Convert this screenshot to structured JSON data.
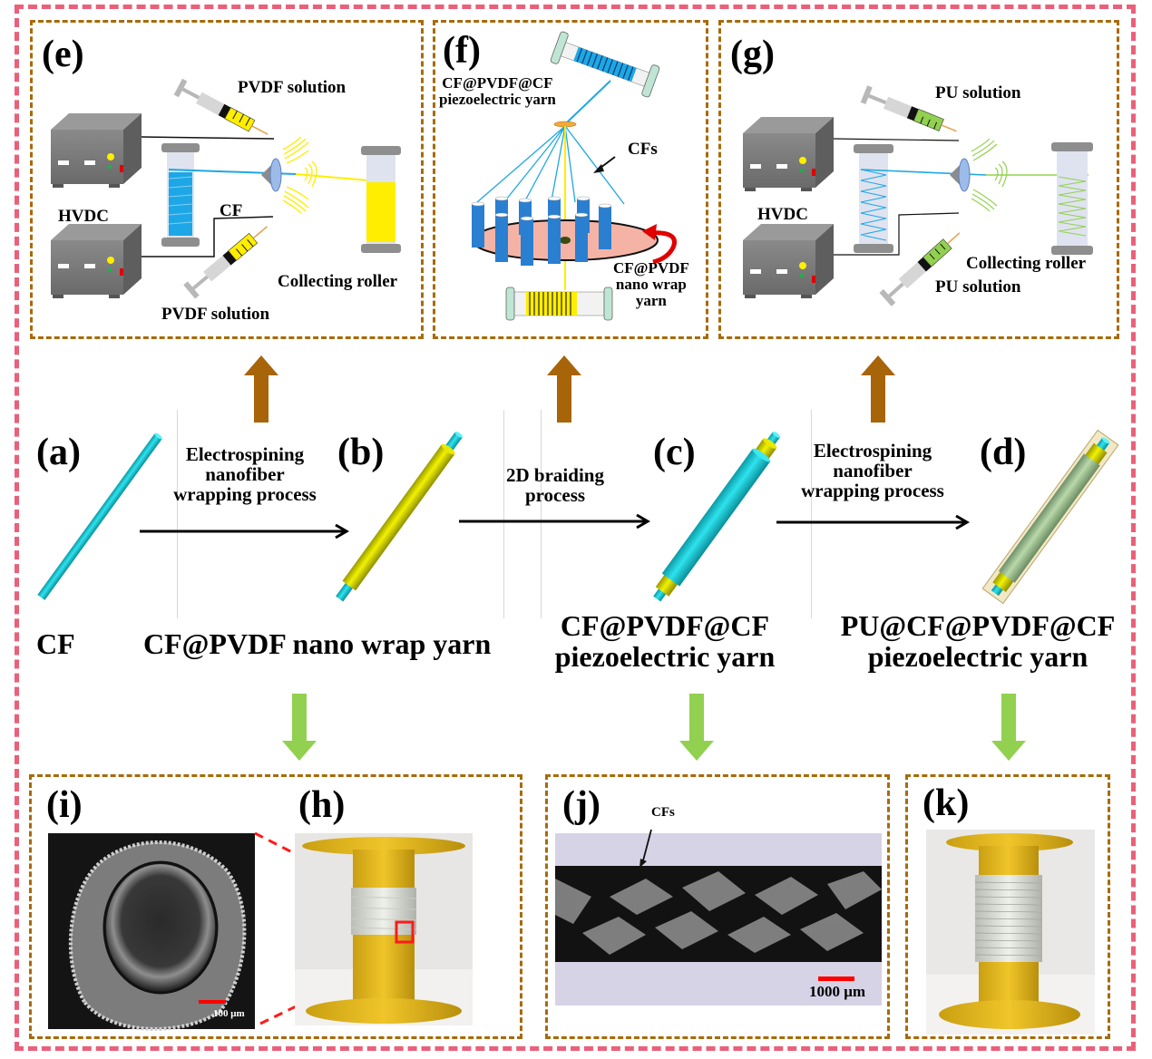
{
  "colors": {
    "outer_border": "#ea6079",
    "panel_border": "#a86a08",
    "up_arrow": "#a86408",
    "down_arrow": "#92d050",
    "cf_cyan": "#19c3cf",
    "pvdf_yellow": "#ffff00",
    "pu_green": "#92d050",
    "scale_bar": "#ff0000"
  },
  "panels": {
    "e": {
      "label": "(e)",
      "syringe_top": "PVDF solution",
      "syringe_bottom": "PVDF solution",
      "power_supply": "HVDC",
      "fiber": "CF",
      "roller": "Collecting roller"
    },
    "f": {
      "label": "(f)",
      "output_yarn_line1": "CF@PVDF@CF",
      "output_yarn_line2": "piezoelectric yarn",
      "fibers": "CFs",
      "input_yarn_line1": "CF@PVDF",
      "input_yarn_line2": "nano wrap",
      "input_yarn_line3": "yarn"
    },
    "g": {
      "label": "(g)",
      "syringe_top": "PU solution",
      "syringe_bottom": "PU solution",
      "power_supply": "HVDC",
      "roller": "Collecting roller"
    },
    "h": {
      "label": "(h)"
    },
    "i": {
      "label": "(i)",
      "scale": "100 μm"
    },
    "j": {
      "label": "(j)",
      "annotation": "CFs",
      "scale": "1000 μm"
    },
    "k": {
      "label": "(k)"
    }
  },
  "stages": [
    {
      "label": "(a)",
      "name": "CF"
    },
    {
      "label": "(b)",
      "name": "CF@PVDF nano wrap yarn"
    },
    {
      "label": "(c)",
      "name_line1": "CF@PVDF@CF",
      "name_line2": "piezoelectric yarn"
    },
    {
      "label": "(d)",
      "name_line1": "PU@CF@PVDF@CF",
      "name_line2": "piezoelectric yarn"
    }
  ],
  "processes": [
    {
      "line1": "Electrospining",
      "line2": "nanofiber",
      "line3": "wrapping process"
    },
    {
      "line1": "2D braiding",
      "line2": "process"
    },
    {
      "line1": "Electrospining",
      "line2": "nanofiber",
      "line3": "wrapping process"
    }
  ]
}
